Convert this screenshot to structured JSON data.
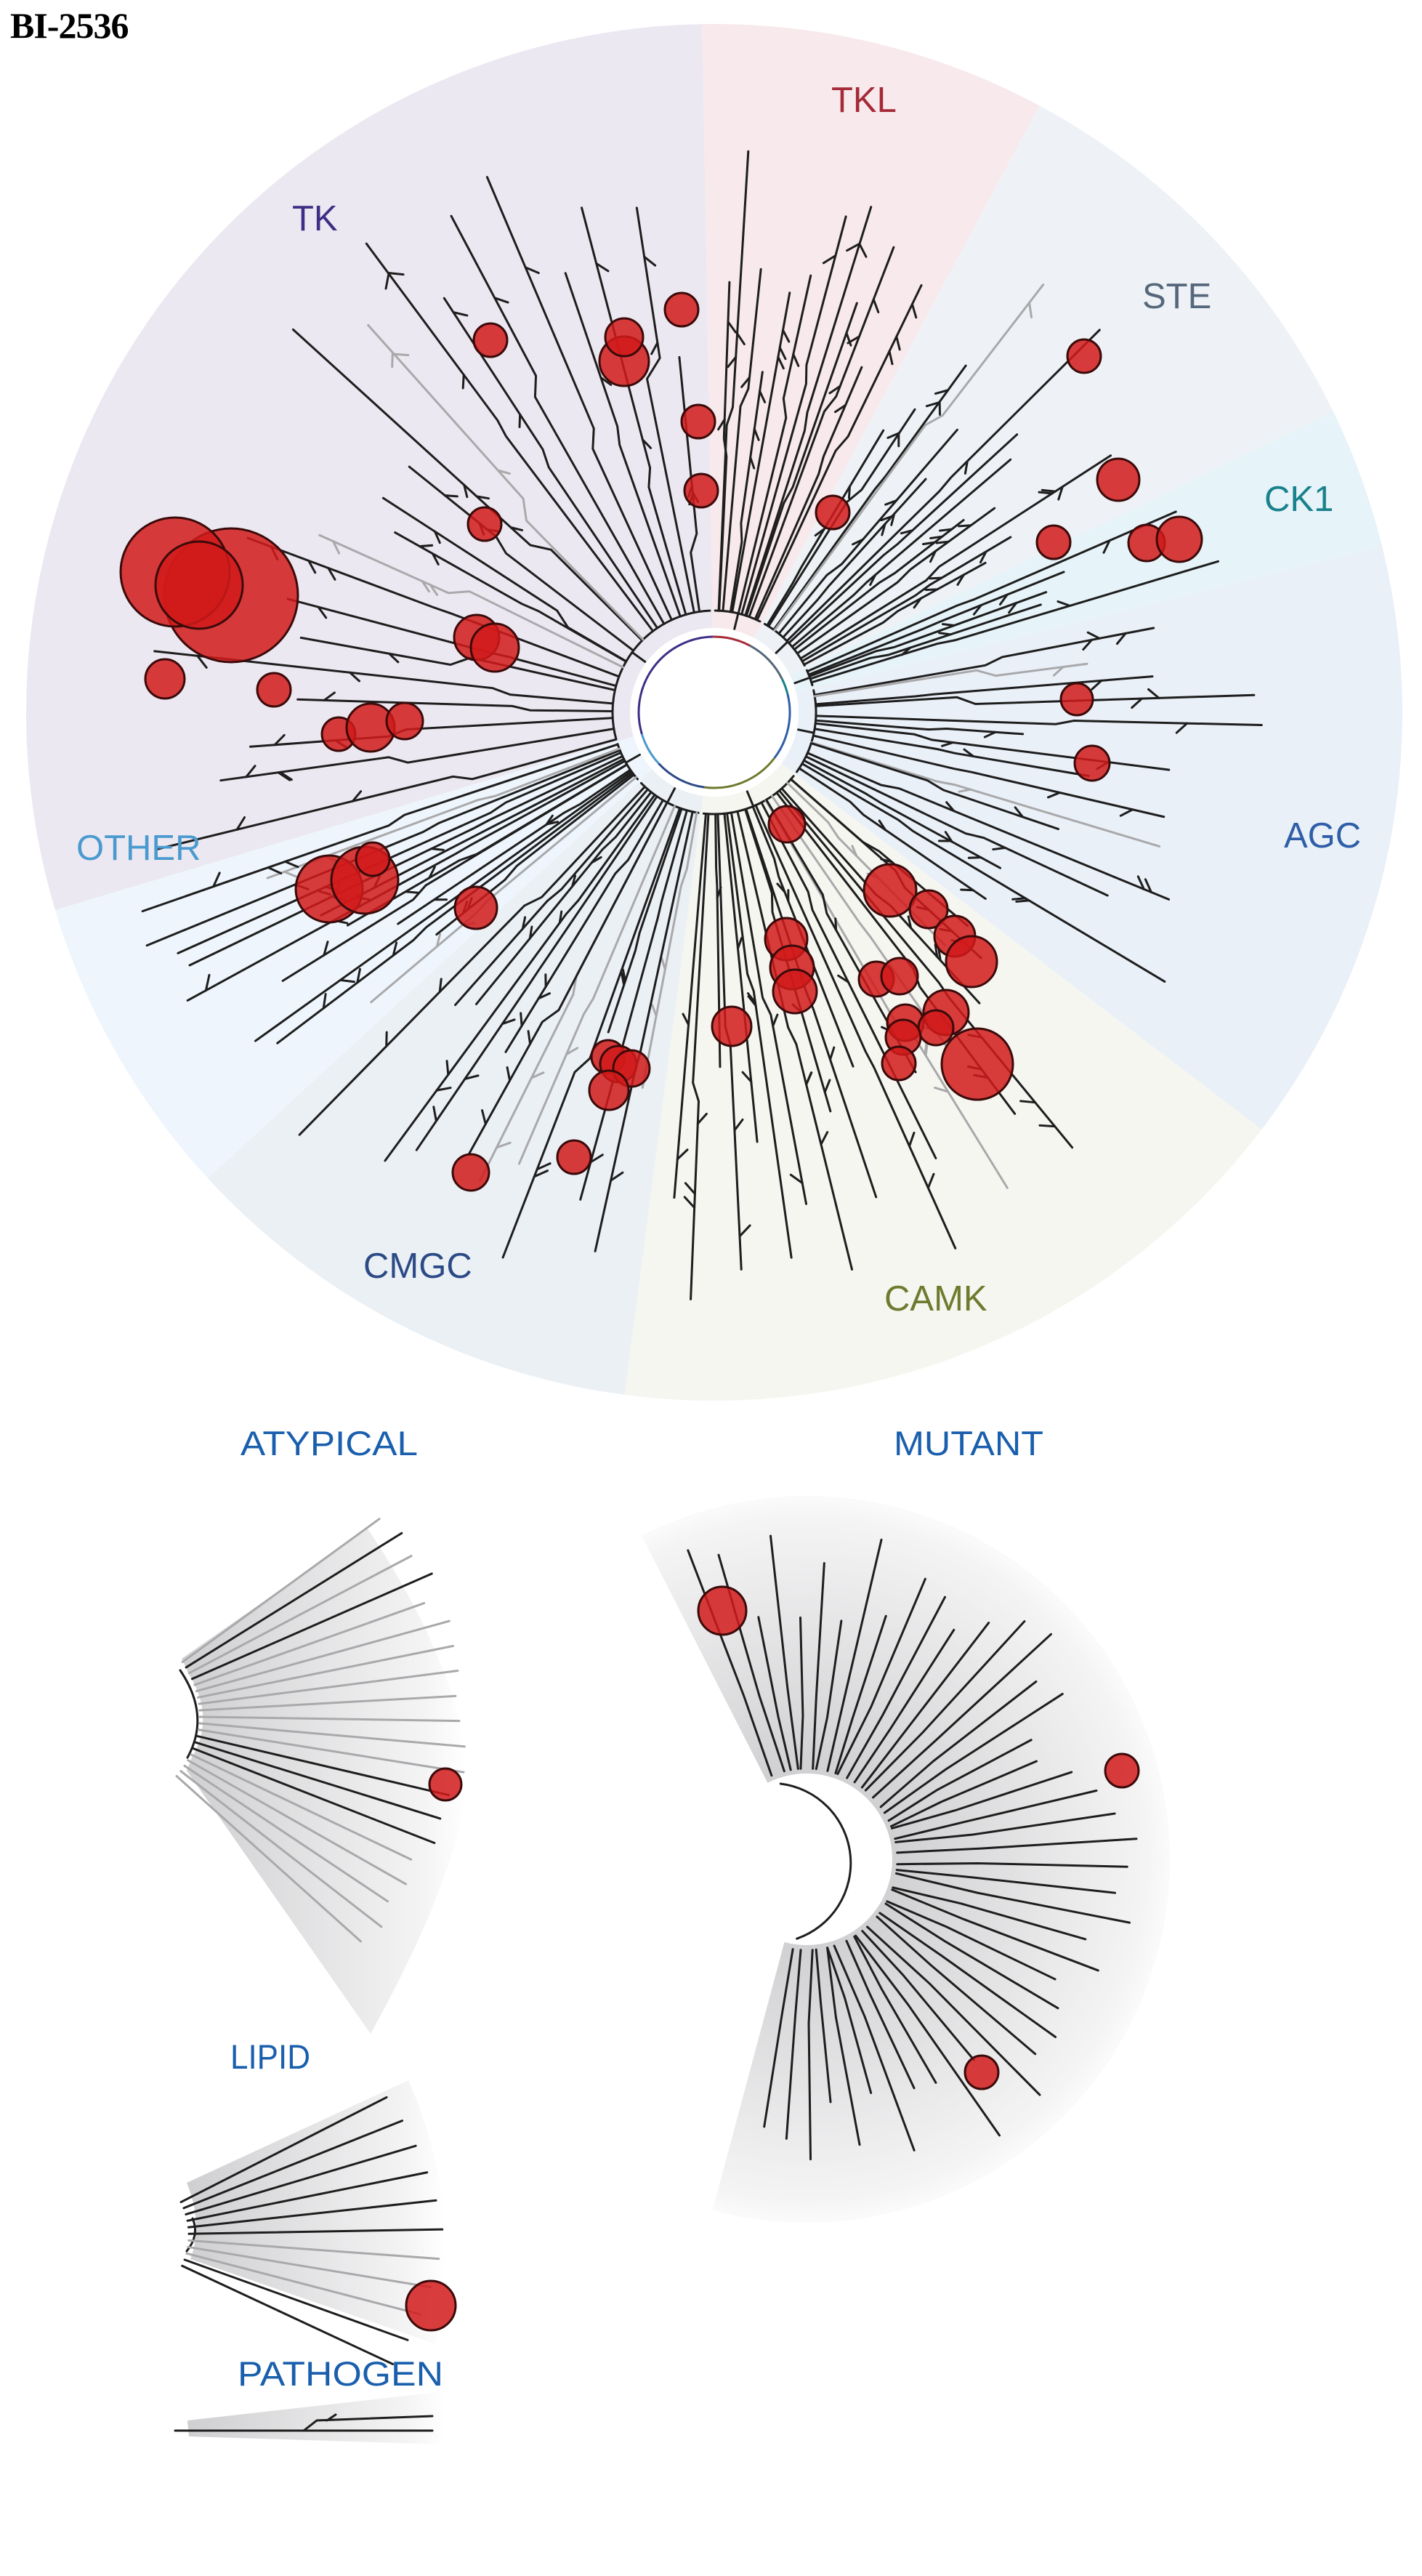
{
  "title": "BI-2536",
  "kinome_tree": {
    "groups": [
      {
        "id": "TK",
        "label": "TK",
        "text_color": "#3f2e85",
        "wedge_color": "#ece8f1",
        "arc_color": "#3f2e85"
      },
      {
        "id": "TKL",
        "label": "TKL",
        "text_color": "#a52a37",
        "wedge_color": "#f7e9ec",
        "arc_color": "#a52a37"
      },
      {
        "id": "STE",
        "label": "STE",
        "text_color": "#55677a",
        "wedge_color": "#eef2f6",
        "arc_color": "#55677a"
      },
      {
        "id": "CK1",
        "label": "CK1",
        "text_color": "#17818c",
        "wedge_color": "#e6f3f8",
        "arc_color": "#17818c"
      },
      {
        "id": "AGC",
        "label": "AGC",
        "text_color": "#2e5ea8",
        "wedge_color": "#eaf0f8",
        "arc_color": "#2e5ea8"
      },
      {
        "id": "CAMK",
        "label": "CAMK",
        "text_color": "#6e7a2e",
        "wedge_color": "#f5f6f0",
        "arc_color": "#6e7a2e"
      },
      {
        "id": "CMGC",
        "label": "CMGC",
        "text_color": "#2c4a86",
        "wedge_color": "#ebf0f5",
        "arc_color": "#2c4a86"
      },
      {
        "id": "OTHER",
        "label": "OTHER",
        "text_color": "#4a9ad0",
        "wedge_color": "#eef5fc",
        "arc_color": "#4a9ad0"
      }
    ],
    "hit_color": "#d11a1a"
  },
  "panels": [
    {
      "id": "atypical",
      "label": "ATYPICAL"
    },
    {
      "id": "mutant",
      "label": "MUTANT"
    },
    {
      "id": "lipid",
      "label": "LIPID"
    },
    {
      "id": "pathogen",
      "label": "PATHOGEN"
    }
  ]
}
